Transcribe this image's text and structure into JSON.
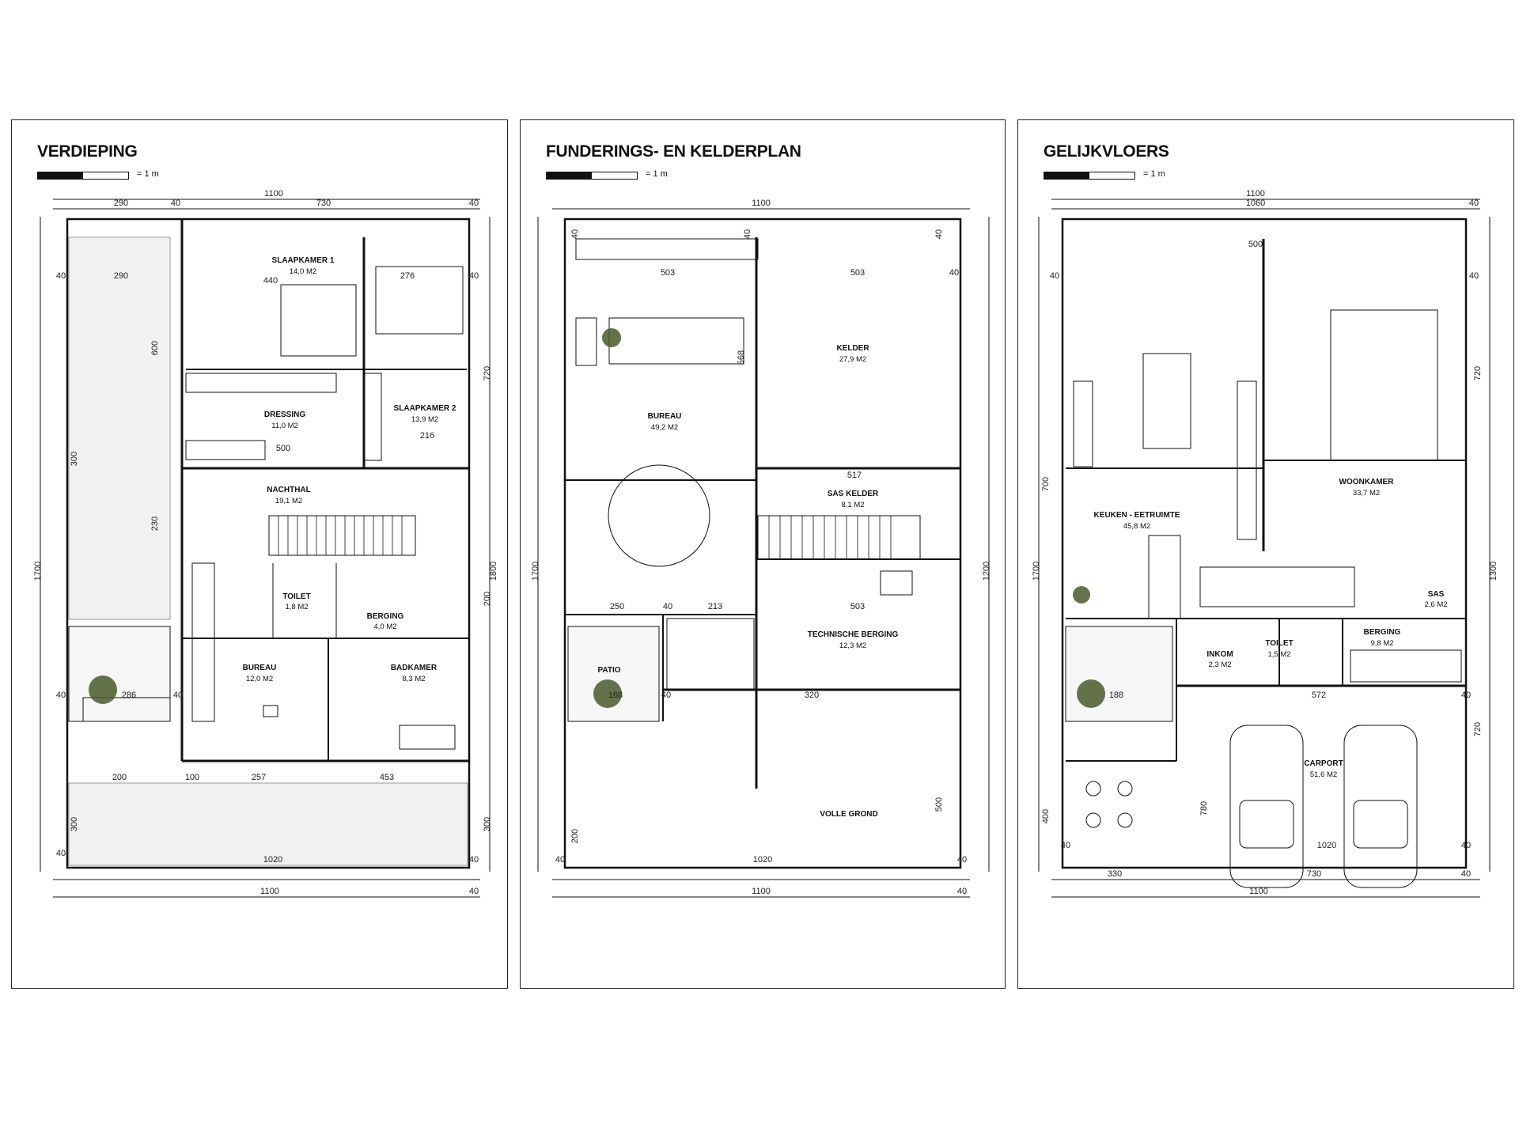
{
  "scale_label": "= 1 m",
  "sheets": [
    {
      "title": "VERDIEPING",
      "rooms": [
        {
          "name": "SLAAPKAMER 1",
          "area": "14,0 M2"
        },
        {
          "name": "DRESSING",
          "area": "11,0 M2"
        },
        {
          "name": "SLAAPKAMER 2",
          "area": "13,9 M2"
        },
        {
          "name": "NACHTHAL",
          "area": "19,1 M2"
        },
        {
          "name": "TOILET",
          "area": "1,8 M2"
        },
        {
          "name": "BERGING",
          "area": "4,0 M2"
        },
        {
          "name": "BUREAU",
          "area": "12,0 M2"
        },
        {
          "name": "BADKAMER",
          "area": "8,3 M2"
        }
      ],
      "dims": [
        "1100",
        "290",
        "40",
        "730",
        "40",
        "290",
        "40",
        "276",
        "40",
        "600",
        "720",
        "300",
        "230",
        "1700",
        "1800",
        "200",
        "500",
        "216",
        "440",
        "40",
        "286",
        "40",
        "200",
        "100",
        "257",
        "453",
        "300",
        "300",
        "40",
        "1020",
        "40",
        "1100",
        "40"
      ]
    },
    {
      "title": "FUNDERINGS- EN KELDERPLAN",
      "rooms": [
        {
          "name": "KELDER",
          "area": "27,9 M2"
        },
        {
          "name": "BUREAU",
          "area": "49,2 M2"
        },
        {
          "name": "SAS KELDER",
          "area": "8,1 M2"
        },
        {
          "name": "TECHNISCHE BERGING",
          "area": "12,3 M2"
        },
        {
          "name": "PATIO",
          "area": ""
        },
        {
          "name": "VOLLE GROND",
          "area": ""
        }
      ],
      "dims": [
        "1100",
        "40",
        "40",
        "40",
        "503",
        "503",
        "40",
        "568",
        "517",
        "250",
        "40",
        "213",
        "503",
        "168",
        "320",
        "40",
        "500",
        "200",
        "1700",
        "1200",
        "40",
        "1020",
        "40",
        "1100",
        "40"
      ]
    },
    {
      "title": "GELIJKVLOERS",
      "rooms": [
        {
          "name": "WOONKAMER",
          "area": "33,7 M2"
        },
        {
          "name": "KEUKEN - EETRUIMTE",
          "area": "45,8 M2"
        },
        {
          "name": "SAS",
          "area": "2,6 M2"
        },
        {
          "name": "BERGING",
          "area": "9,8 M2"
        },
        {
          "name": "INKOM",
          "area": "2,3 M2"
        },
        {
          "name": "TOILET",
          "area": "1,5 M2"
        },
        {
          "name": "CARPORT",
          "area": "51,6 M2"
        }
      ],
      "dims": [
        "1100",
        "1060",
        "40",
        "500",
        "40",
        "40",
        "720",
        "700",
        "1700",
        "1300",
        "572",
        "40",
        "720",
        "780",
        "400",
        "40",
        "1020",
        "40",
        "330",
        "730",
        "40",
        "1100",
        "188"
      ]
    }
  ]
}
